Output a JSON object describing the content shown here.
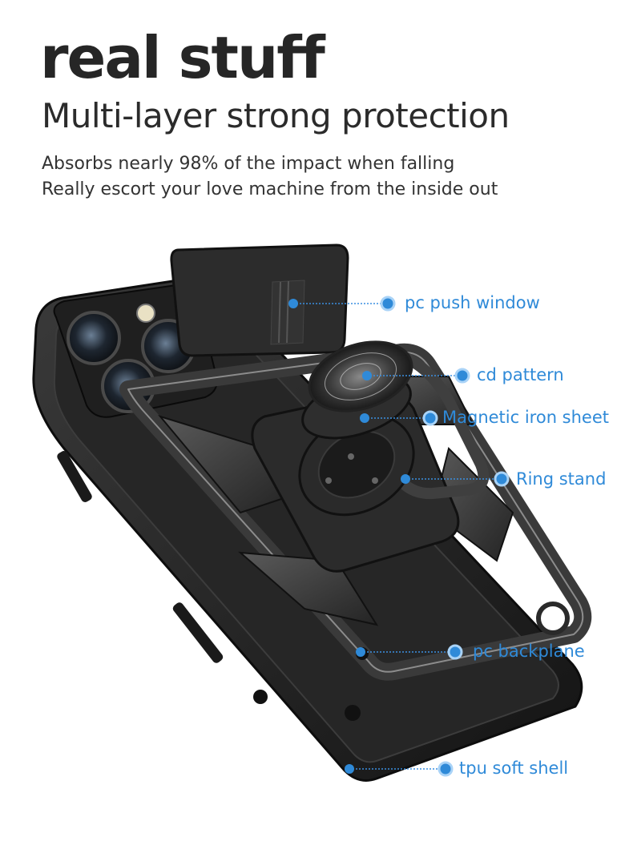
{
  "headline": "real stuff",
  "subheadline": "Multi-layer strong protection",
  "description": {
    "line1": "Absorbs nearly 98% of the impact when falling",
    "line2": "Really escort your love machine from the inside out"
  },
  "callouts": {
    "push_window": "pc push window",
    "cd_pattern": "cd pattern",
    "magnetic_sheet": "Magnetic iron sheet",
    "ring_stand": "Ring stand",
    "backplane": "pc backplane",
    "soft_shell": "tpu soft shell"
  },
  "colors": {
    "accent": "#2f8ad8",
    "heading": "#262626",
    "case": "#2a2a2a"
  }
}
